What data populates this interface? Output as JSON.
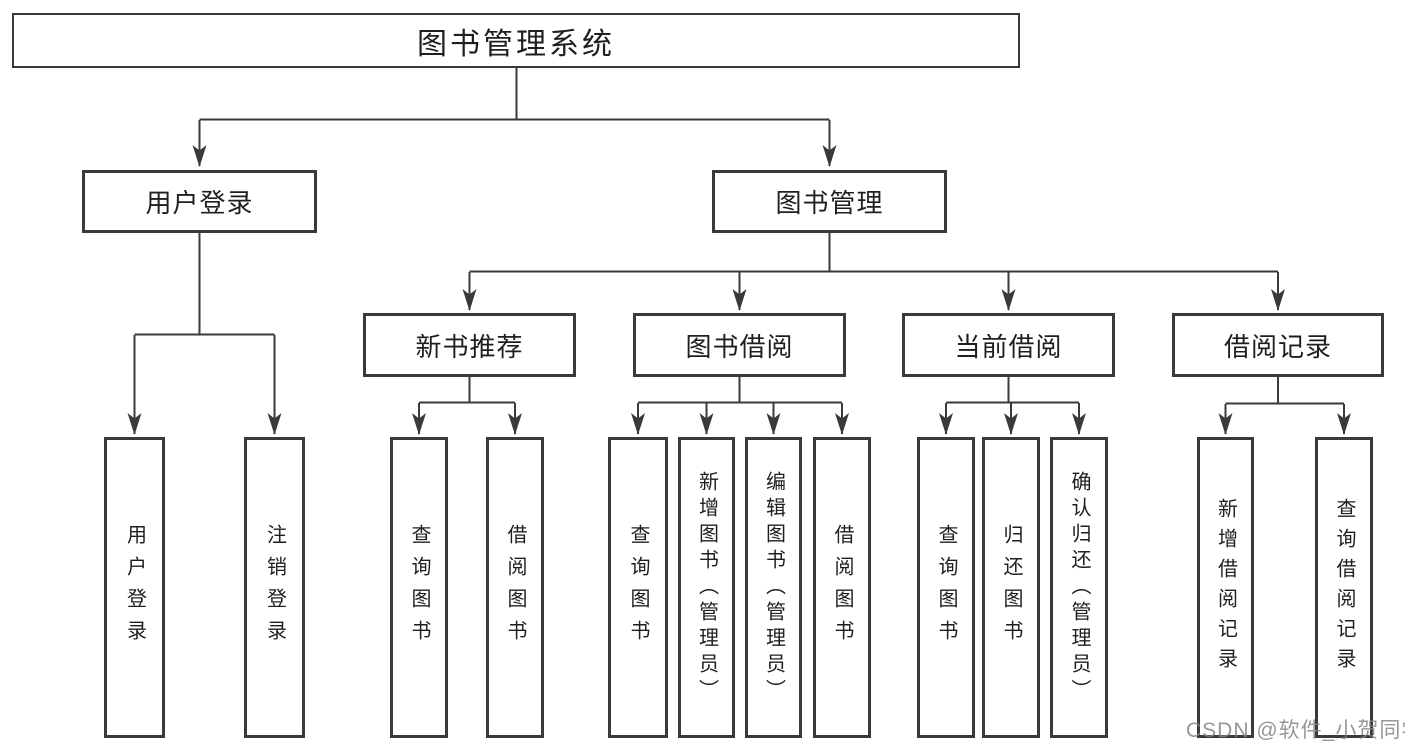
{
  "tree": {
    "root": {
      "label": "图书管理系统"
    },
    "level2": [
      {
        "label": "用户登录",
        "children": [
          {
            "label": "用户登录"
          },
          {
            "label": "注销登录"
          }
        ]
      },
      {
        "label": "图书管理",
        "children": [
          {
            "label": "新书推荐",
            "children": [
              {
                "label": "查询图书"
              },
              {
                "label": "借阅图书"
              }
            ]
          },
          {
            "label": "图书借阅",
            "children": [
              {
                "label": "查询图书"
              },
              {
                "label": "新增图书（管理员）"
              },
              {
                "label": "编辑图书（管理员）"
              },
              {
                "label": "借阅图书"
              }
            ]
          },
          {
            "label": "当前借阅",
            "children": [
              {
                "label": "查询图书"
              },
              {
                "label": "归还图书"
              },
              {
                "label": "确认归还（管理员）"
              }
            ]
          },
          {
            "label": "借阅记录",
            "children": [
              {
                "label": "新增借阅记录"
              },
              {
                "label": "查询借阅记录"
              }
            ]
          }
        ]
      }
    ]
  },
  "watermark": {
    "text": "CSDN @软件_小贺同学"
  },
  "colors": {
    "line": "#3a3a3a",
    "text": "#1f1f1f",
    "background": "#ffffff",
    "watermark": "#82858a"
  }
}
